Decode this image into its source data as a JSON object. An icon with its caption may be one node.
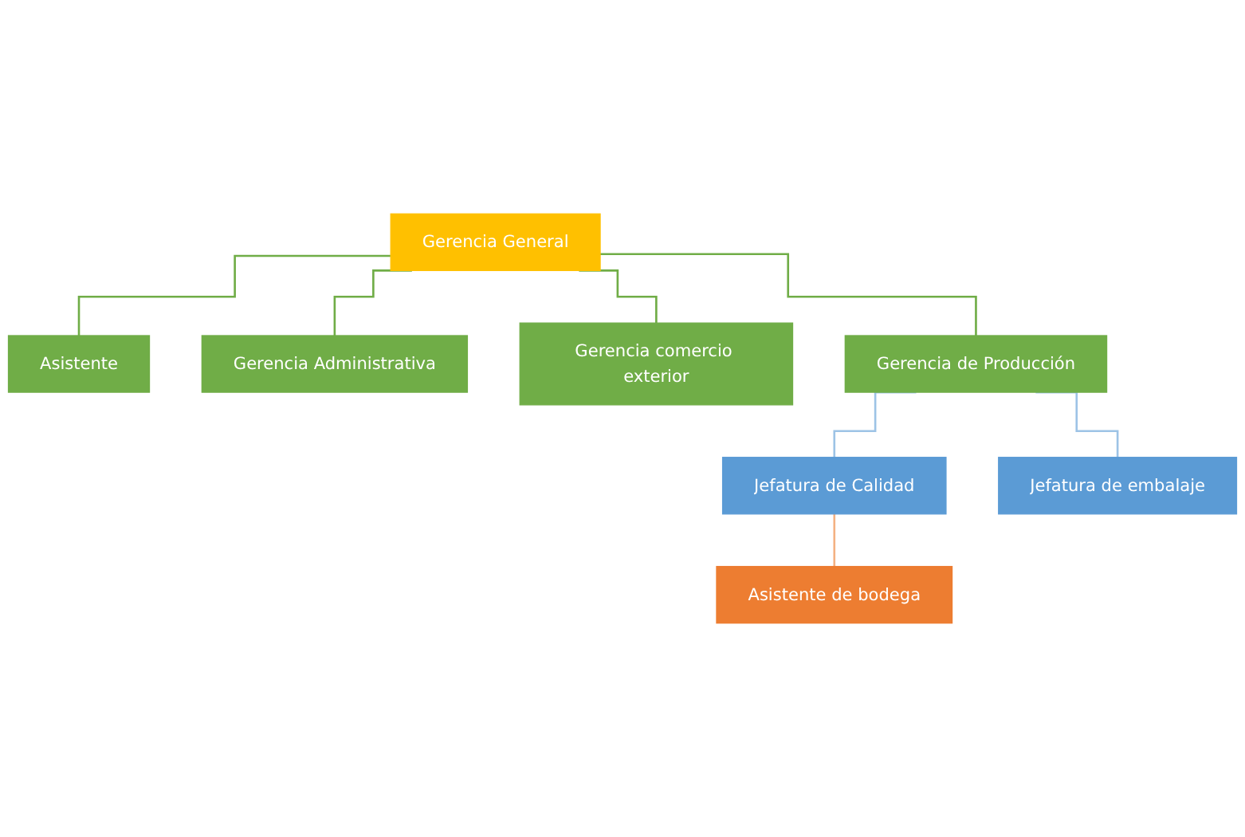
{
  "diagram": {
    "nodes": [
      {
        "text": [
          "Gerencia General"
        ]
      },
      {
        "text": [
          "Asistente"
        ]
      },
      {
        "text": [
          "Gerencia Administrativa"
        ]
      },
      {
        "text": [
          "Gerencia comercio exterior"
        ]
      },
      {
        "text": [
          "Gerencia de Producción"
        ]
      },
      {
        "text": [
          "Jefatura de Calidad"
        ]
      },
      {
        "text": [
          "Jefatura de embalaje"
        ]
      },
      {
        "text": [
          "Asistente de bodega"
        ]
      }
    ],
    "edges": [
      {
        "from": 0,
        "to": 1,
        "arrow": "none"
      },
      {
        "from": 0,
        "to": 2,
        "arrow": "none"
      },
      {
        "from": 0,
        "to": 3,
        "arrow": "none"
      },
      {
        "from": 0,
        "to": 4,
        "arrow": "none"
      },
      {
        "from": 4,
        "to": 5,
        "arrow": "none",
        "color": "#9dc3e6"
      },
      {
        "from": 4,
        "to": 6,
        "arrow": "none",
        "color": "#9dc3e6"
      },
      {
        "from": 5,
        "to": 7,
        "arrow": "none",
        "color": "#f4b183"
      }
    ]
  }
}
